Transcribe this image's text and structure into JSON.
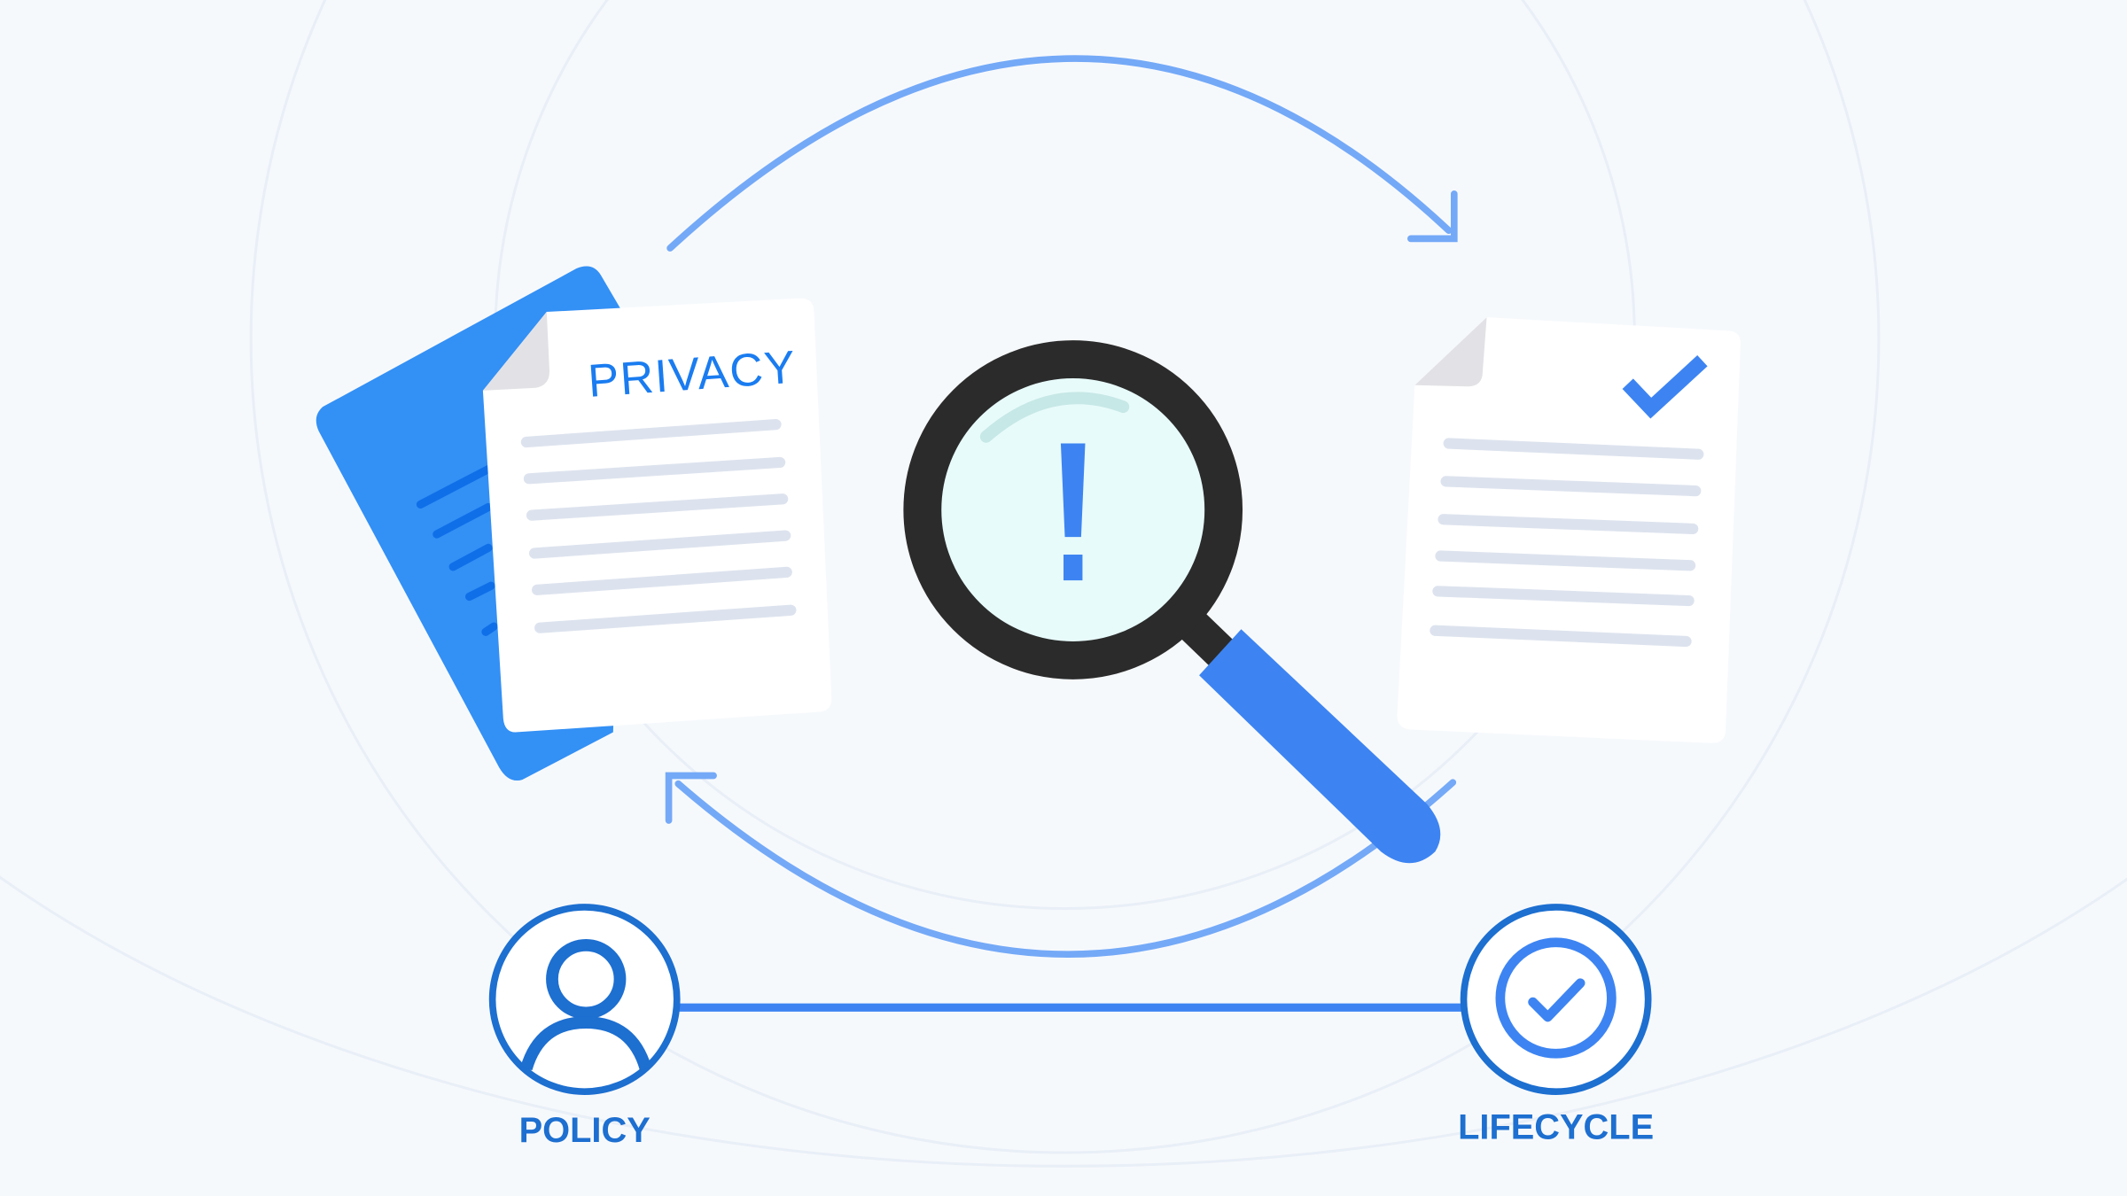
{
  "illustration": {
    "document_title": "PRIVACY",
    "left_label": "POLICY",
    "right_label": "LIFECYCLE",
    "icons": [
      "privacy-document-icon",
      "magnifier-alert-icon",
      "approved-document-icon",
      "user-icon",
      "check-circle-icon",
      "cycle-arrow-icon"
    ],
    "colors": {
      "background": "#f6f9fc",
      "primary_blue": "#3d84f2",
      "dark_blue": "#1d6fd0",
      "arrow_blue": "#74a9f7",
      "lens_frame": "#2b2b2b",
      "lens_glass": "#e8fbfb"
    }
  }
}
